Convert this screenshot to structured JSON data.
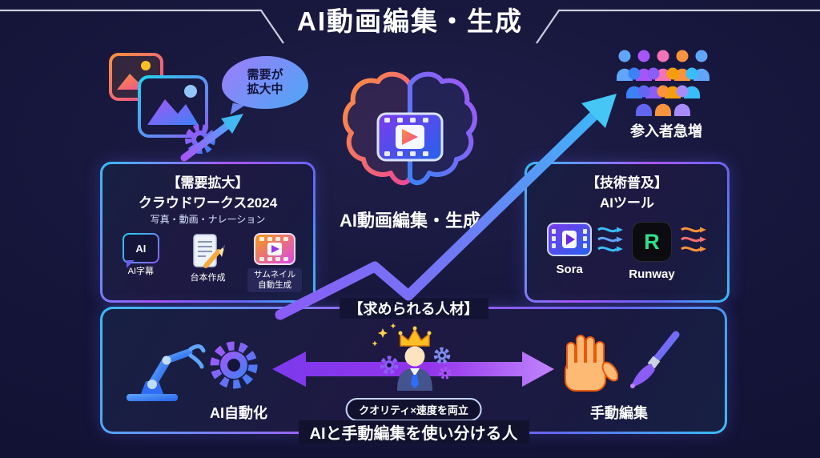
{
  "header": {
    "title": "AI動画編集・生成"
  },
  "colors": {
    "accent_cyan": "#38bdf8",
    "accent_purple": "#a855f7",
    "runway_green": "#2fe08c",
    "crown_gold": "#fbbf24",
    "background": "#15153a"
  },
  "demand_bubble": {
    "line1": "需要が",
    "line2": "拡大中"
  },
  "center": {
    "label": "AI動画編集・生成",
    "icon": "ai-brain-film-icon"
  },
  "entrants": {
    "label": "参入者急増",
    "icon": "crowd-icon"
  },
  "demand_box": {
    "title": "【需要拡大】",
    "subtitle": "クラウドワークス2024",
    "caption": "写真・動画・ナレーション",
    "ai_badge": "AI",
    "items": [
      {
        "label": "AI字幕",
        "icon": "ai-caption-icon"
      },
      {
        "label": "台本作成",
        "icon": "script-pencil-icon"
      },
      {
        "label": "サムネイル自動生成",
        "icon": "thumbnail-film-icon"
      }
    ]
  },
  "tech_box": {
    "title": "【技術普及】",
    "subtitle": "AIツール",
    "tools": [
      {
        "label": "Sora",
        "icon": "film-play-icon"
      },
      {
        "label": "Runway",
        "icon": "runway-logo",
        "logo_letter": "R"
      }
    ]
  },
  "talent_box": {
    "title": "【求められる人材】",
    "left_label": "AI自動化",
    "right_label": "手動編集",
    "badge": "クオリティ×速度を両立",
    "footer": "AIと手動編集を使い分ける人",
    "left_icons": [
      "robot-arm-icon",
      "gear-icon"
    ],
    "center_icons": [
      "person-crown-icon",
      "bidirectional-arrow"
    ],
    "right_icons": [
      "hand-icon",
      "brush-icon"
    ]
  }
}
